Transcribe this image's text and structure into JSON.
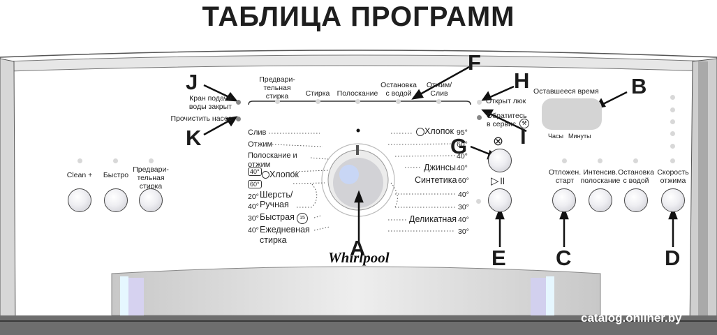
{
  "title": "ТАБЛИЦА ПРОГРАММ",
  "watermark": "catalog.onliner.by",
  "brand": "Whirlpool",
  "letters": {
    "a": "A",
    "b": "B",
    "c": "C",
    "d": "D",
    "e": "E",
    "f": "F",
    "g": "G",
    "h": "H",
    "i": "I",
    "j": "J",
    "k": "K"
  },
  "left_indicators": {
    "water_closed": "Кран подачи\nводы закрыт",
    "clean_pump": "Прочистить насос"
  },
  "phases": [
    "Предвари-\nтельная\nстирка",
    "Стирка",
    "Полоскание",
    "Остановка\nс водой",
    "Отжим/\nСлив"
  ],
  "right_indicators": {
    "door_open": "Открыт люк",
    "service": "Обратитесь\nв сервис"
  },
  "time_display": {
    "label": "Оставшееся время",
    "hours": "Часы",
    "minutes": "Минуты"
  },
  "left_buttons": [
    "Clean +",
    "Быстро",
    "Предвари-\nтельная\nстирка"
  ],
  "right_buttons": [
    "Отложен.\nстарт",
    "Интенсив.\nполоскание",
    "Остановка\nс водой",
    "Скорость\nотжима"
  ],
  "programs_left": [
    {
      "temp": "",
      "name": "Слив"
    },
    {
      "temp": "",
      "name": "Отжим"
    },
    {
      "temp": "",
      "name": "Полоскание и\nотжим"
    },
    {
      "temp": "40°",
      "name": ""
    },
    {
      "temp": "",
      "name": "Хлопок"
    },
    {
      "temp": "60°",
      "name": ""
    },
    {
      "temp": "20°",
      "name": "Шерсть/"
    },
    {
      "temp": "40°",
      "name": "Ручная"
    },
    {
      "temp": "30°",
      "name": "Быстрая"
    },
    {
      "temp": "40°",
      "name": "Ежедневная\nстирка"
    }
  ],
  "programs_right": [
    {
      "name": "Хлопок",
      "temp": "95°"
    },
    {
      "name": "",
      "temp": "60°"
    },
    {
      "name": "",
      "temp": "40°"
    },
    {
      "name": "Джинсы",
      "temp": "40°"
    },
    {
      "name": "Синтетика",
      "temp": "60°"
    },
    {
      "name": "",
      "temp": "40°"
    },
    {
      "name": "",
      "temp": "30°"
    },
    {
      "name": "Деликатная",
      "temp": "40°"
    },
    {
      "name": "",
      "temp": "30°"
    }
  ],
  "quick_icon_text": "15"
}
